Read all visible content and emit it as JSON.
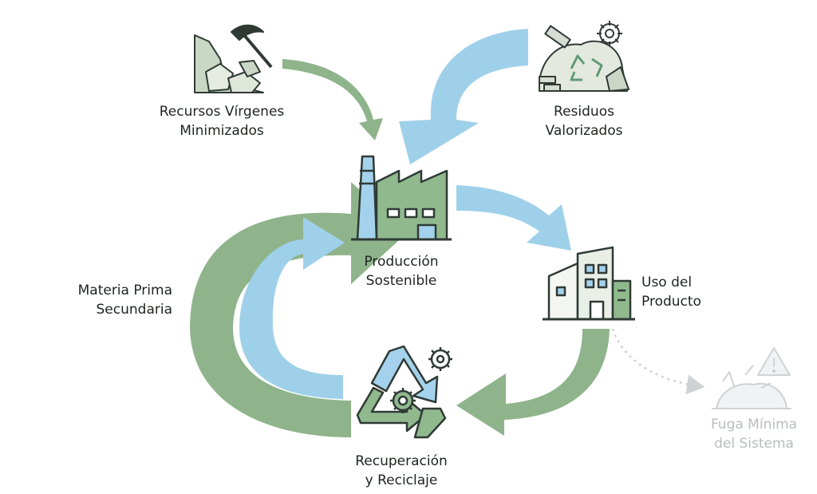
{
  "colors": {
    "green_arrow": "#8fb48b",
    "blue_arrow": "#9fd0ea",
    "icon_green": "#90b98e",
    "icon_blue": "#a4d2ec",
    "icon_stroke": "#2f3a35",
    "faded": "#cfd2d4"
  },
  "nodes": {
    "virgin": {
      "line1": "Recursos Vírgenes",
      "line2": "Minimizados",
      "icon": "pickaxe-rocks-icon"
    },
    "waste": {
      "line1": "Residuos",
      "line2": "Valorizados",
      "icon": "recycled-waste-pile-icon"
    },
    "production": {
      "line1": "Producción",
      "line2": "Sostenible",
      "icon": "factory-icon"
    },
    "use": {
      "line1": "Uso del",
      "line2": "Producto",
      "icon": "building-icon"
    },
    "recovery": {
      "line1": "Recuperación",
      "line2": "y Reciclaje",
      "icon": "recycle-gears-icon"
    },
    "secondary": {
      "line1": "Materia Prima",
      "line2": "Secundaria"
    },
    "leak": {
      "line1": "Fuga Mínima",
      "line2": "del Sistema",
      "icon": "warning-landfill-icon"
    }
  }
}
